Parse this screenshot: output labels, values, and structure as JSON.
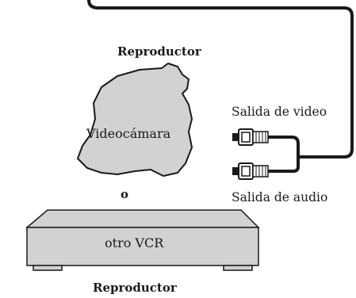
{
  "labels": {
    "top_player": "Reproductor",
    "camcorder": "Videocámara",
    "or": "o",
    "vcr": "otro VCR",
    "bottom_player": "Reproductor",
    "video_out": "Salida de video",
    "audio_out": "Salida de audio"
  },
  "colors": {
    "device_fill": "#d2d2d2",
    "line": "#1a1a1a"
  },
  "icons": [
    "rca-plug-video",
    "rca-plug-audio"
  ]
}
